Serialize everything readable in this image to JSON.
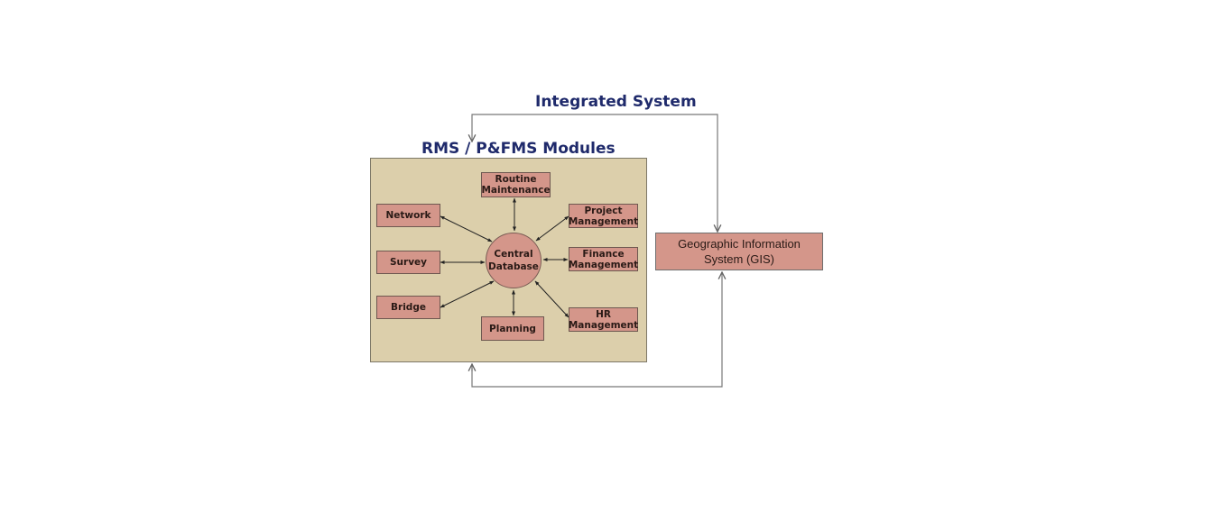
{
  "titles": {
    "integrated_system": "Integrated System",
    "modules": "RMS / P&FMS Modules"
  },
  "center": {
    "line1": "Central",
    "line2": "Database"
  },
  "modules": [
    {
      "id": "routine-maintenance",
      "line1": "Routine",
      "line2": "Maintenance"
    },
    {
      "id": "network",
      "line1": "Network",
      "line2": ""
    },
    {
      "id": "project-management",
      "line1": "Project",
      "line2": "Management"
    },
    {
      "id": "survey",
      "line1": "Survey",
      "line2": ""
    },
    {
      "id": "finance-management",
      "line1": "Finance",
      "line2": "Management"
    },
    {
      "id": "bridge",
      "line1": "Bridge",
      "line2": ""
    },
    {
      "id": "planning",
      "line1": "Planning",
      "line2": ""
    },
    {
      "id": "hr-management",
      "line1": "HR",
      "line2": "Management"
    }
  ],
  "gis": {
    "line1": "Geographic Information",
    "line2": "System (GIS)"
  },
  "colors": {
    "title": "#1f2a6b",
    "panel": "#dccfab",
    "node": "#d4968a"
  }
}
